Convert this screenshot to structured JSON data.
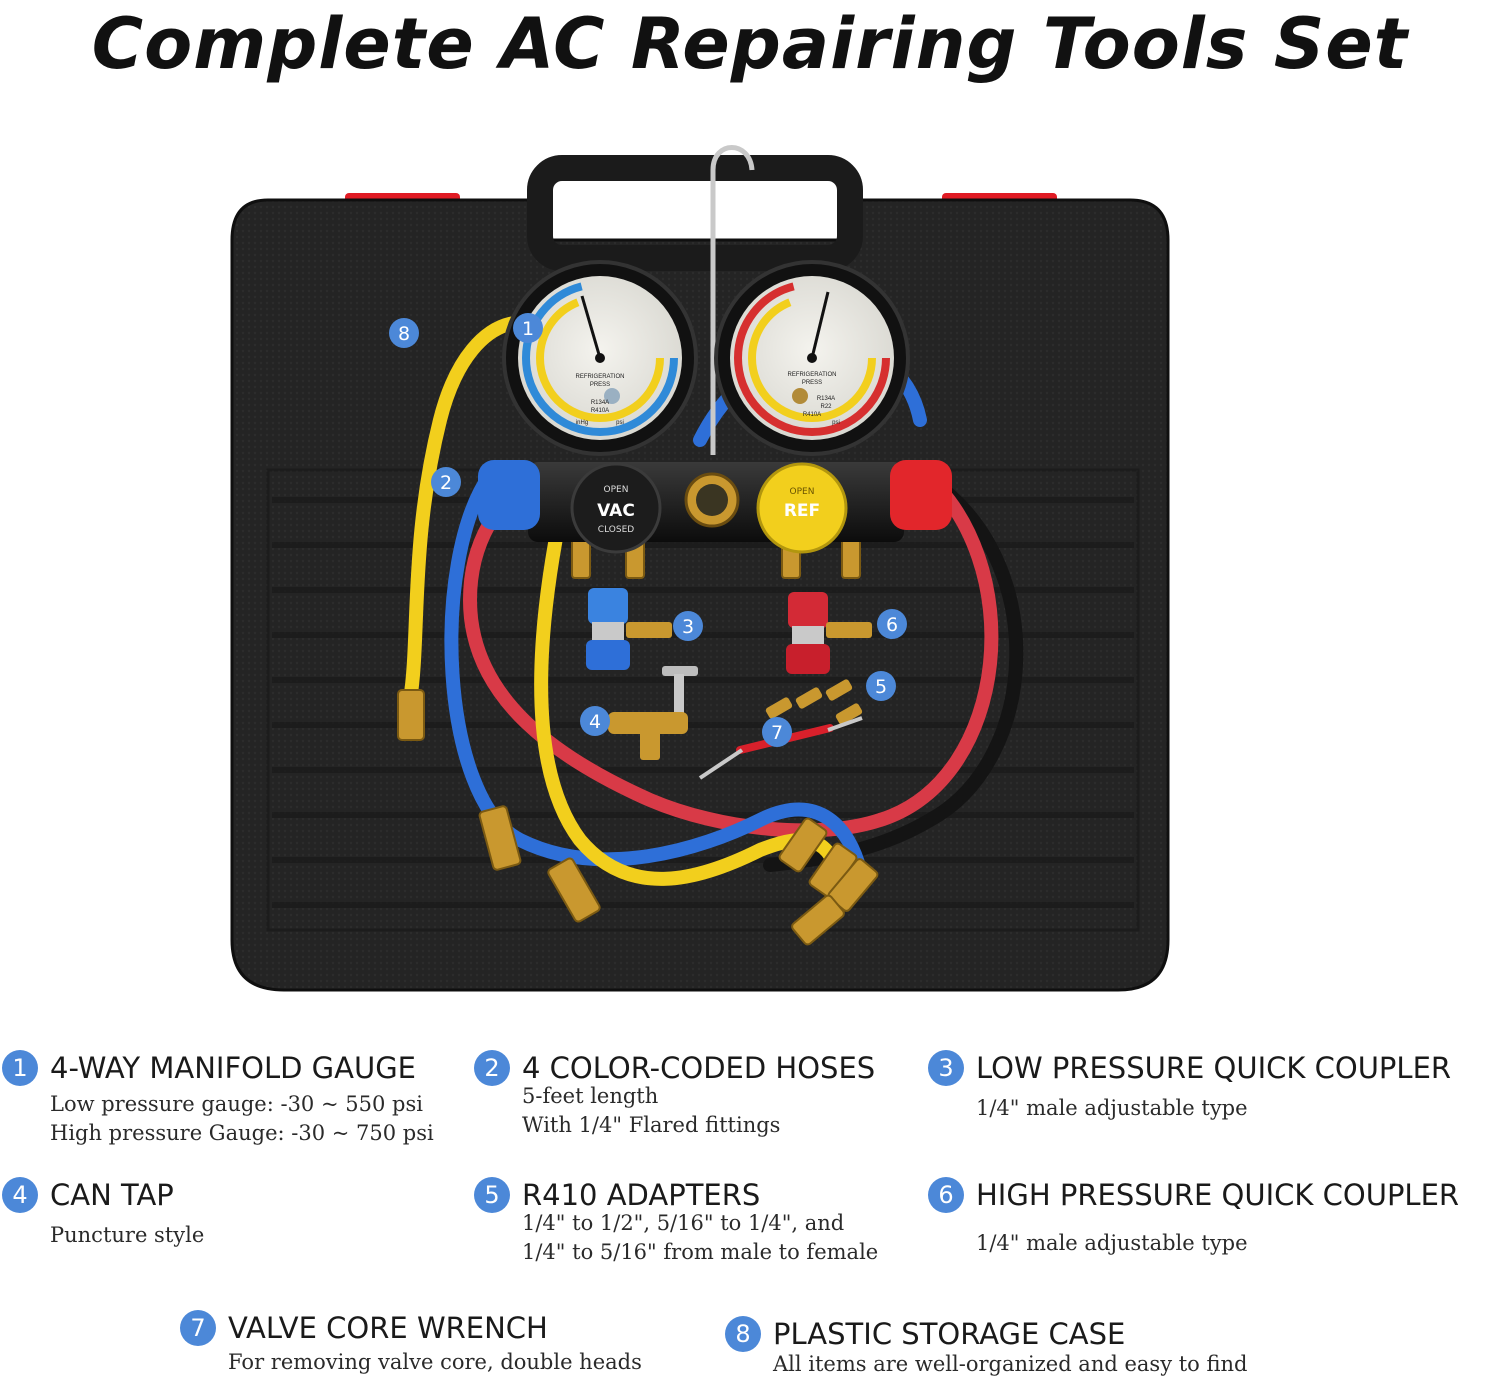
{
  "title": "Complete AC Repairing Tools Set",
  "callouts": [
    "1",
    "2",
    "3",
    "4",
    "5",
    "6",
    "7",
    "8"
  ],
  "gauge_low": {
    "face_text": [
      "REFRIGERATION",
      "PRESS",
      "R134A",
      "R410A",
      "inHg",
      "psi"
    ],
    "color": "#2f8ad8"
  },
  "gauge_high": {
    "face_text": [
      "REFRIGERATION",
      "PRESS",
      "R134A",
      "R22",
      "R410A",
      "psi"
    ],
    "color": "#d62f2f"
  },
  "valves": {
    "vac": {
      "top": "OPEN",
      "label": "VAC",
      "bottom": "CLOSED"
    },
    "ref": {
      "top": "OPEN",
      "label": "REF"
    }
  },
  "colors": {
    "case": "#222222",
    "latch": "#e01b24",
    "badge": "#4c88d8",
    "hose_yellow": "#f2cf1d",
    "hose_blue": "#2e6fd8",
    "hose_red": "#d83a47",
    "hose_black": "#141414",
    "brass": "#c9982f"
  },
  "legend": [
    {
      "num": "1",
      "title": "4-WAY MANIFOLD GAUGE",
      "lines": [
        "Low pressure gauge: -30 ~ 550 psi",
        "High pressure Gauge: -30 ~ 750 psi"
      ]
    },
    {
      "num": "2",
      "title": "4 COLOR-CODED HOSES",
      "lines": [
        "5-feet length",
        "With 1/4\" Flared fittings"
      ]
    },
    {
      "num": "3",
      "title": "LOW PRESSURE QUICK COUPLER",
      "lines": [
        "1/4\" male adjustable type"
      ]
    },
    {
      "num": "4",
      "title": "CAN TAP",
      "lines": [
        "Puncture style"
      ]
    },
    {
      "num": "5",
      "title": "R410 ADAPTERS",
      "lines": [
        "1/4\" to 1/2\", 5/16\" to 1/4\", and",
        "1/4\" to 5/16\" from male to female"
      ]
    },
    {
      "num": "6",
      "title": "HIGH PRESSURE QUICK COUPLER",
      "lines": [
        "1/4\" male adjustable type"
      ]
    },
    {
      "num": "7",
      "title": "VALVE CORE WRENCH",
      "lines": [
        "For removing valve core, double heads"
      ]
    },
    {
      "num": "8",
      "title": "PLASTIC STORAGE CASE",
      "lines": [
        "All items are well-organized and easy to find"
      ]
    }
  ]
}
